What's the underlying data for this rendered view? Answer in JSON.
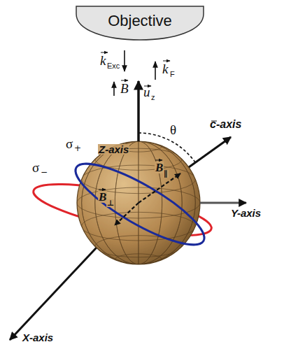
{
  "diagram": {
    "nodes": [
      {
        "text": [
          "Objective"
        ]
      }
    ],
    "labels": [
      "k",
      "Exc",
      "k",
      "F",
      "B",
      "u",
      "z",
      "θ",
      "c-axis",
      "Z-axis",
      "σ",
      "+",
      "σ",
      "−",
      "B",
      "∥",
      "B",
      "⊥",
      "Y-axis",
      "X-axis"
    ]
  }
}
